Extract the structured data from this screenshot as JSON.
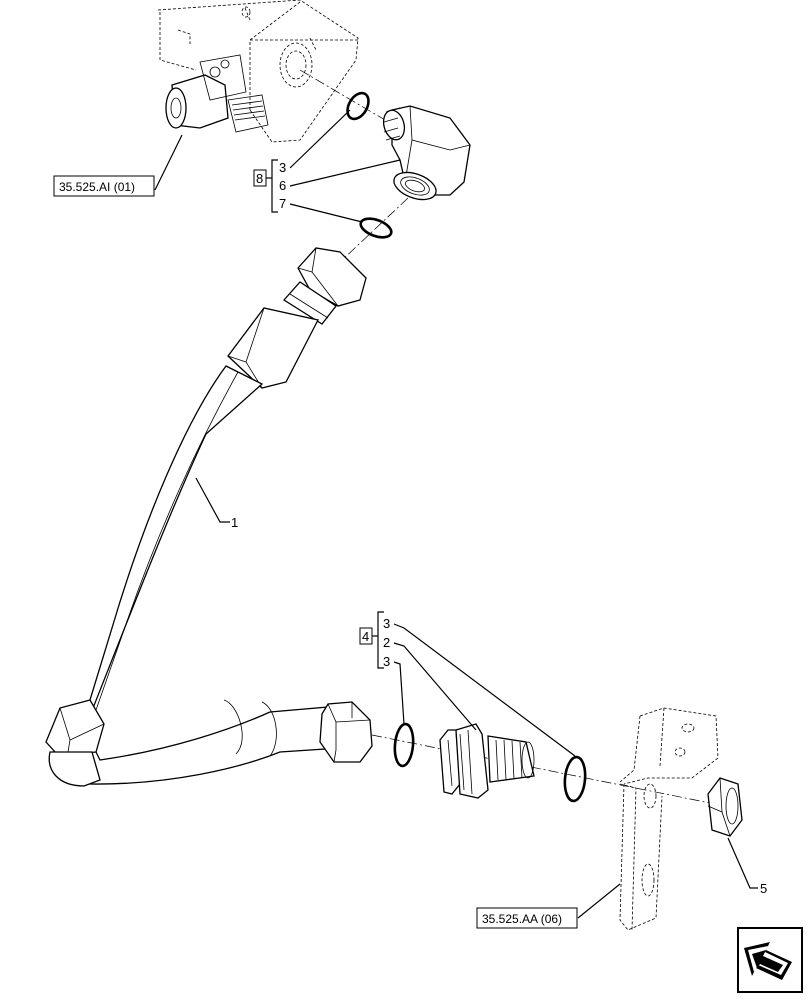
{
  "references": {
    "valve_block_ref": "35.525.AI (01)",
    "bracket_ref": "35.525.AA (06)"
  },
  "kits": {
    "kit_8": {
      "id": "8",
      "items": [
        "3",
        "6",
        "7"
      ]
    },
    "kit_4": {
      "id": "4",
      "items": [
        "3",
        "2",
        "3"
      ]
    }
  },
  "callouts": {
    "hose": "1",
    "nut": "5"
  },
  "icons": {
    "navigation": "return-arrow-icon"
  }
}
